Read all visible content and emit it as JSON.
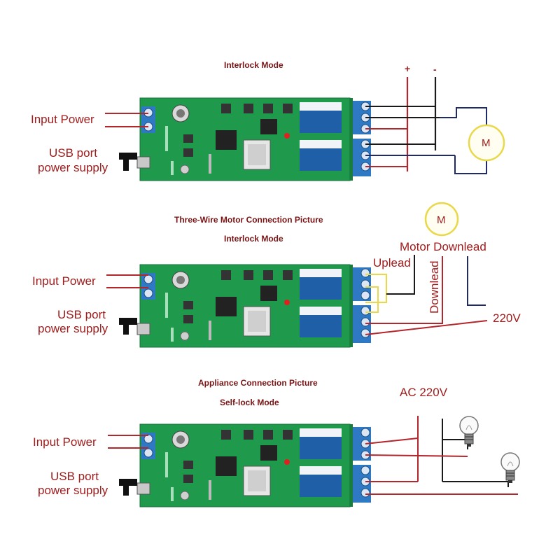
{
  "titles": {
    "d1_mode": "Interlock Mode",
    "d2_caption": "Three-Wire Motor Connection Picture",
    "d2_mode": "Interlock Mode",
    "d3_caption": "Appliance Connection Picture",
    "d3_mode": "Self-lock Mode"
  },
  "board_labels": {
    "input_power": "Input Power",
    "usb_line1": "USB port",
    "usb_line2": "power supply"
  },
  "diagram1": {
    "plus": "+",
    "minus": "-",
    "motor": "M"
  },
  "diagram2": {
    "motor": "M",
    "motor_downlead": "Motor Downlead",
    "uplead": "Uplead",
    "downlead": "Downlead",
    "voltage": "220V"
  },
  "diagram3": {
    "voltage": "AC 220V"
  },
  "colors": {
    "label_red": "#a01c1c",
    "wire_red": "#b3262b",
    "wire_black": "#1a1a1a",
    "wire_navy": "#1f2a6b",
    "wire_yellow": "#e8d84a",
    "pcb_green": "#1f9a4c",
    "relay_blue": "#1f5fa8",
    "terminal_blue": "#2f79c4"
  },
  "icons": [
    "pcb-board",
    "relay",
    "screw-terminal",
    "usb-connector",
    "motor-symbol",
    "light-bulb-icon"
  ]
}
